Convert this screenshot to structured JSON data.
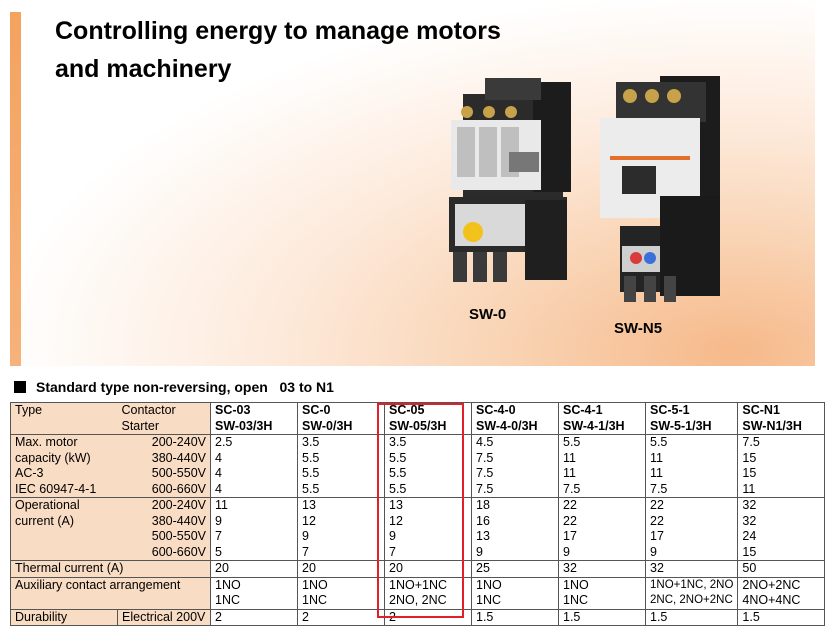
{
  "title_line1": "Controlling energy to manage motors",
  "title_line2": "and machinery",
  "photos": [
    {
      "icon": "contactor-sw-0-photo",
      "caption": "SW-0"
    },
    {
      "icon": "contactor-sw-n5-photo",
      "caption": "SW-N5"
    }
  ],
  "section_title": "Standard type non-reversing, open   03 to N1",
  "table": {
    "type_label": "Type",
    "contactor_label": "Contactor",
    "starter_label": "Starter",
    "models": [
      {
        "contactor": "SC-03",
        "starter": "SW-03/3H"
      },
      {
        "contactor": "SC-0",
        "starter": "SW-0/3H"
      },
      {
        "contactor": "SC-05",
        "starter": "SW-05/3H"
      },
      {
        "contactor": "SC-4-0",
        "starter": "SW-4-0/3H"
      },
      {
        "contactor": "SC-4-1",
        "starter": "SW-4-1/3H"
      },
      {
        "contactor": "SC-5-1",
        "starter": "SW-5-1/3H"
      },
      {
        "contactor": "SC-N1",
        "starter": "SW-N1/3H"
      }
    ],
    "motor_labels": [
      "Max. motor",
      "capacity (kW)",
      "AC-3",
      "IEC 60947-4-1"
    ],
    "voltages": [
      "200-240V",
      "380-440V",
      "500-550V",
      "600-660V"
    ],
    "motor_values": [
      [
        "2.5",
        "4",
        "4",
        "4"
      ],
      [
        "3.5",
        "5.5",
        "5.5",
        "5.5"
      ],
      [
        "3.5",
        "5.5",
        "5.5",
        "5.5"
      ],
      [
        "4.5",
        "7.5",
        "7.5",
        "7.5"
      ],
      [
        "5.5",
        "11",
        "11",
        "7.5"
      ],
      [
        "5.5",
        "11",
        "11",
        "7.5"
      ],
      [
        "7.5",
        "15",
        "15",
        "11"
      ]
    ],
    "current_labels": [
      "Operational",
      "current (A)"
    ],
    "current_values": [
      [
        "11",
        "9",
        "7",
        "5"
      ],
      [
        "13",
        "12",
        "9",
        "7"
      ],
      [
        "13",
        "12",
        "9",
        "7"
      ],
      [
        "18",
        "16",
        "13",
        "9"
      ],
      [
        "22",
        "22",
        "17",
        "9"
      ],
      [
        "22",
        "22",
        "17",
        "9"
      ],
      [
        "32",
        "32",
        "24",
        "15"
      ]
    ],
    "thermal_label": "Thermal current (A)",
    "thermal_values": [
      "20",
      "20",
      "20",
      "25",
      "32",
      "32",
      "50"
    ],
    "aux_label": "Auxiliary contact arrangement",
    "aux_values": [
      [
        "1NO",
        "1NC"
      ],
      [
        "1NO",
        "1NC"
      ],
      [
        "1NO+1NC",
        "2NO, 2NC"
      ],
      [
        "1NO",
        "1NC"
      ],
      [
        "1NO",
        "1NC"
      ],
      [
        "1NO+1NC, 2NO",
        "2NC, 2NO+2NC"
      ],
      [
        "2NO+2NC",
        "4NO+4NC"
      ]
    ],
    "durability_label": "Durability",
    "durability_sub": "Electrical  200V",
    "durability_values": [
      "2",
      "2",
      "2",
      "1.5",
      "1.5",
      "1.5",
      "1.5"
    ]
  }
}
